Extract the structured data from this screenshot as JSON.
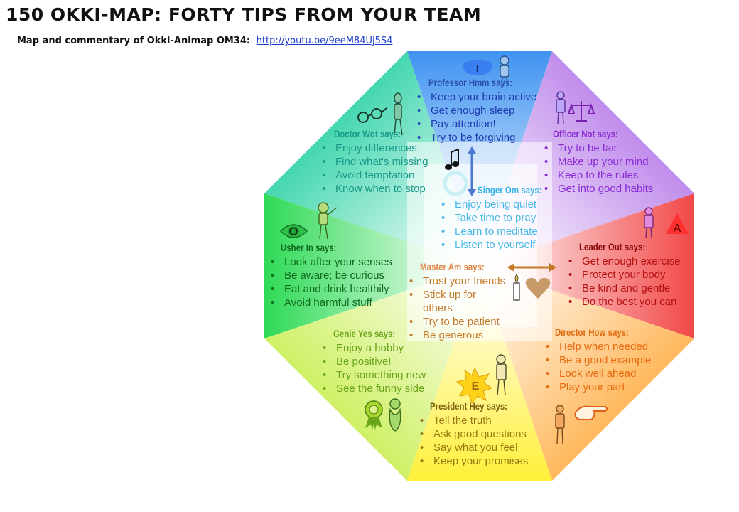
{
  "title": "150 OKKI-MAP: FORTY TIPS FROM YOUR TEAM",
  "subtitle": {
    "text": "Map and commentary of Okki-Animap OM34:",
    "link": "http://youtu.be/9eeM84Uj5S4"
  },
  "colors": {
    "top": "#4a9cf0",
    "top_right": "#b877e8",
    "right": "#f25151",
    "bottom_right": "#ffb03a",
    "bottom": "#fff060",
    "bottom_left": "#c8ef50",
    "left": "#35dc5a",
    "top_left": "#1ecf9e"
  },
  "symbols": {
    "professor": "I",
    "usher": "O",
    "leader": "A",
    "president": "E"
  },
  "characters": {
    "professor": {
      "name": "Professor Hmm says:",
      "color": "#1f3fb0",
      "icon": "brain-icon",
      "tips": [
        "Keep your brain active",
        "Get enough sleep",
        "Pay attention!",
        "Try to be forgiving"
      ]
    },
    "officer": {
      "name": "Officer Not says:",
      "color": "#8a2ad6",
      "icon": "scales-icon",
      "tips": [
        "Try to be fair",
        "Make up your mind",
        "Keep to the rules",
        "Get into good habits"
      ]
    },
    "doctor": {
      "name": "Doctor Wot says:",
      "color": "#1a9a8a",
      "icon": "glasses-icon",
      "tips": [
        "Enjoy differences",
        "Find what's missing",
        "Avoid temptation",
        "Know when to stop"
      ]
    },
    "singer": {
      "name": "Singer Om says:",
      "color": "#3ab5e8",
      "icon": "music-note-icon",
      "tips": [
        "Enjoy being quiet",
        "Take time to pray",
        "Learn to meditate",
        "Listen to yourself"
      ]
    },
    "usher": {
      "name": "Usher In says:",
      "color": "#0f6b1f",
      "icon": "eye-icon",
      "tips": [
        "Look after your senses",
        "Be aware; be curious",
        "Eat and drink healthily",
        "Avoid harmful stuff"
      ]
    },
    "leader": {
      "name": "Leader Out says:",
      "color": "#b51010",
      "icon": "triangle-icon",
      "tips": [
        "Get enough exercise",
        "Protect your body",
        "Be kind and gentle",
        "Do the best you can"
      ]
    },
    "master": {
      "name": "Master Am says:",
      "color": "#c47a2a",
      "icon": "heart-icon",
      "tips": [
        "Trust your friends",
        "Stick up for others",
        "Try to be patient",
        "Be generous"
      ]
    },
    "genie": {
      "name": "Genie Yes says:",
      "color": "#6aa51a",
      "icon": "rosette-icon",
      "tips": [
        "Enjoy a hobby",
        "Be positive!",
        "Try something new",
        "See the funny side"
      ]
    },
    "director": {
      "name": "Director How says:",
      "color": "#e86a10",
      "icon": "pointing-hand-icon",
      "tips": [
        "Help when needed",
        "Be a good example",
        "Look well ahead",
        "Play your part"
      ]
    },
    "president": {
      "name": "President Hey says:",
      "color": "#9a7a10",
      "icon": "sun-icon",
      "tips": [
        "Tell the truth",
        "Ask good questions",
        "Say what you feel",
        "Keep your promises"
      ]
    }
  }
}
